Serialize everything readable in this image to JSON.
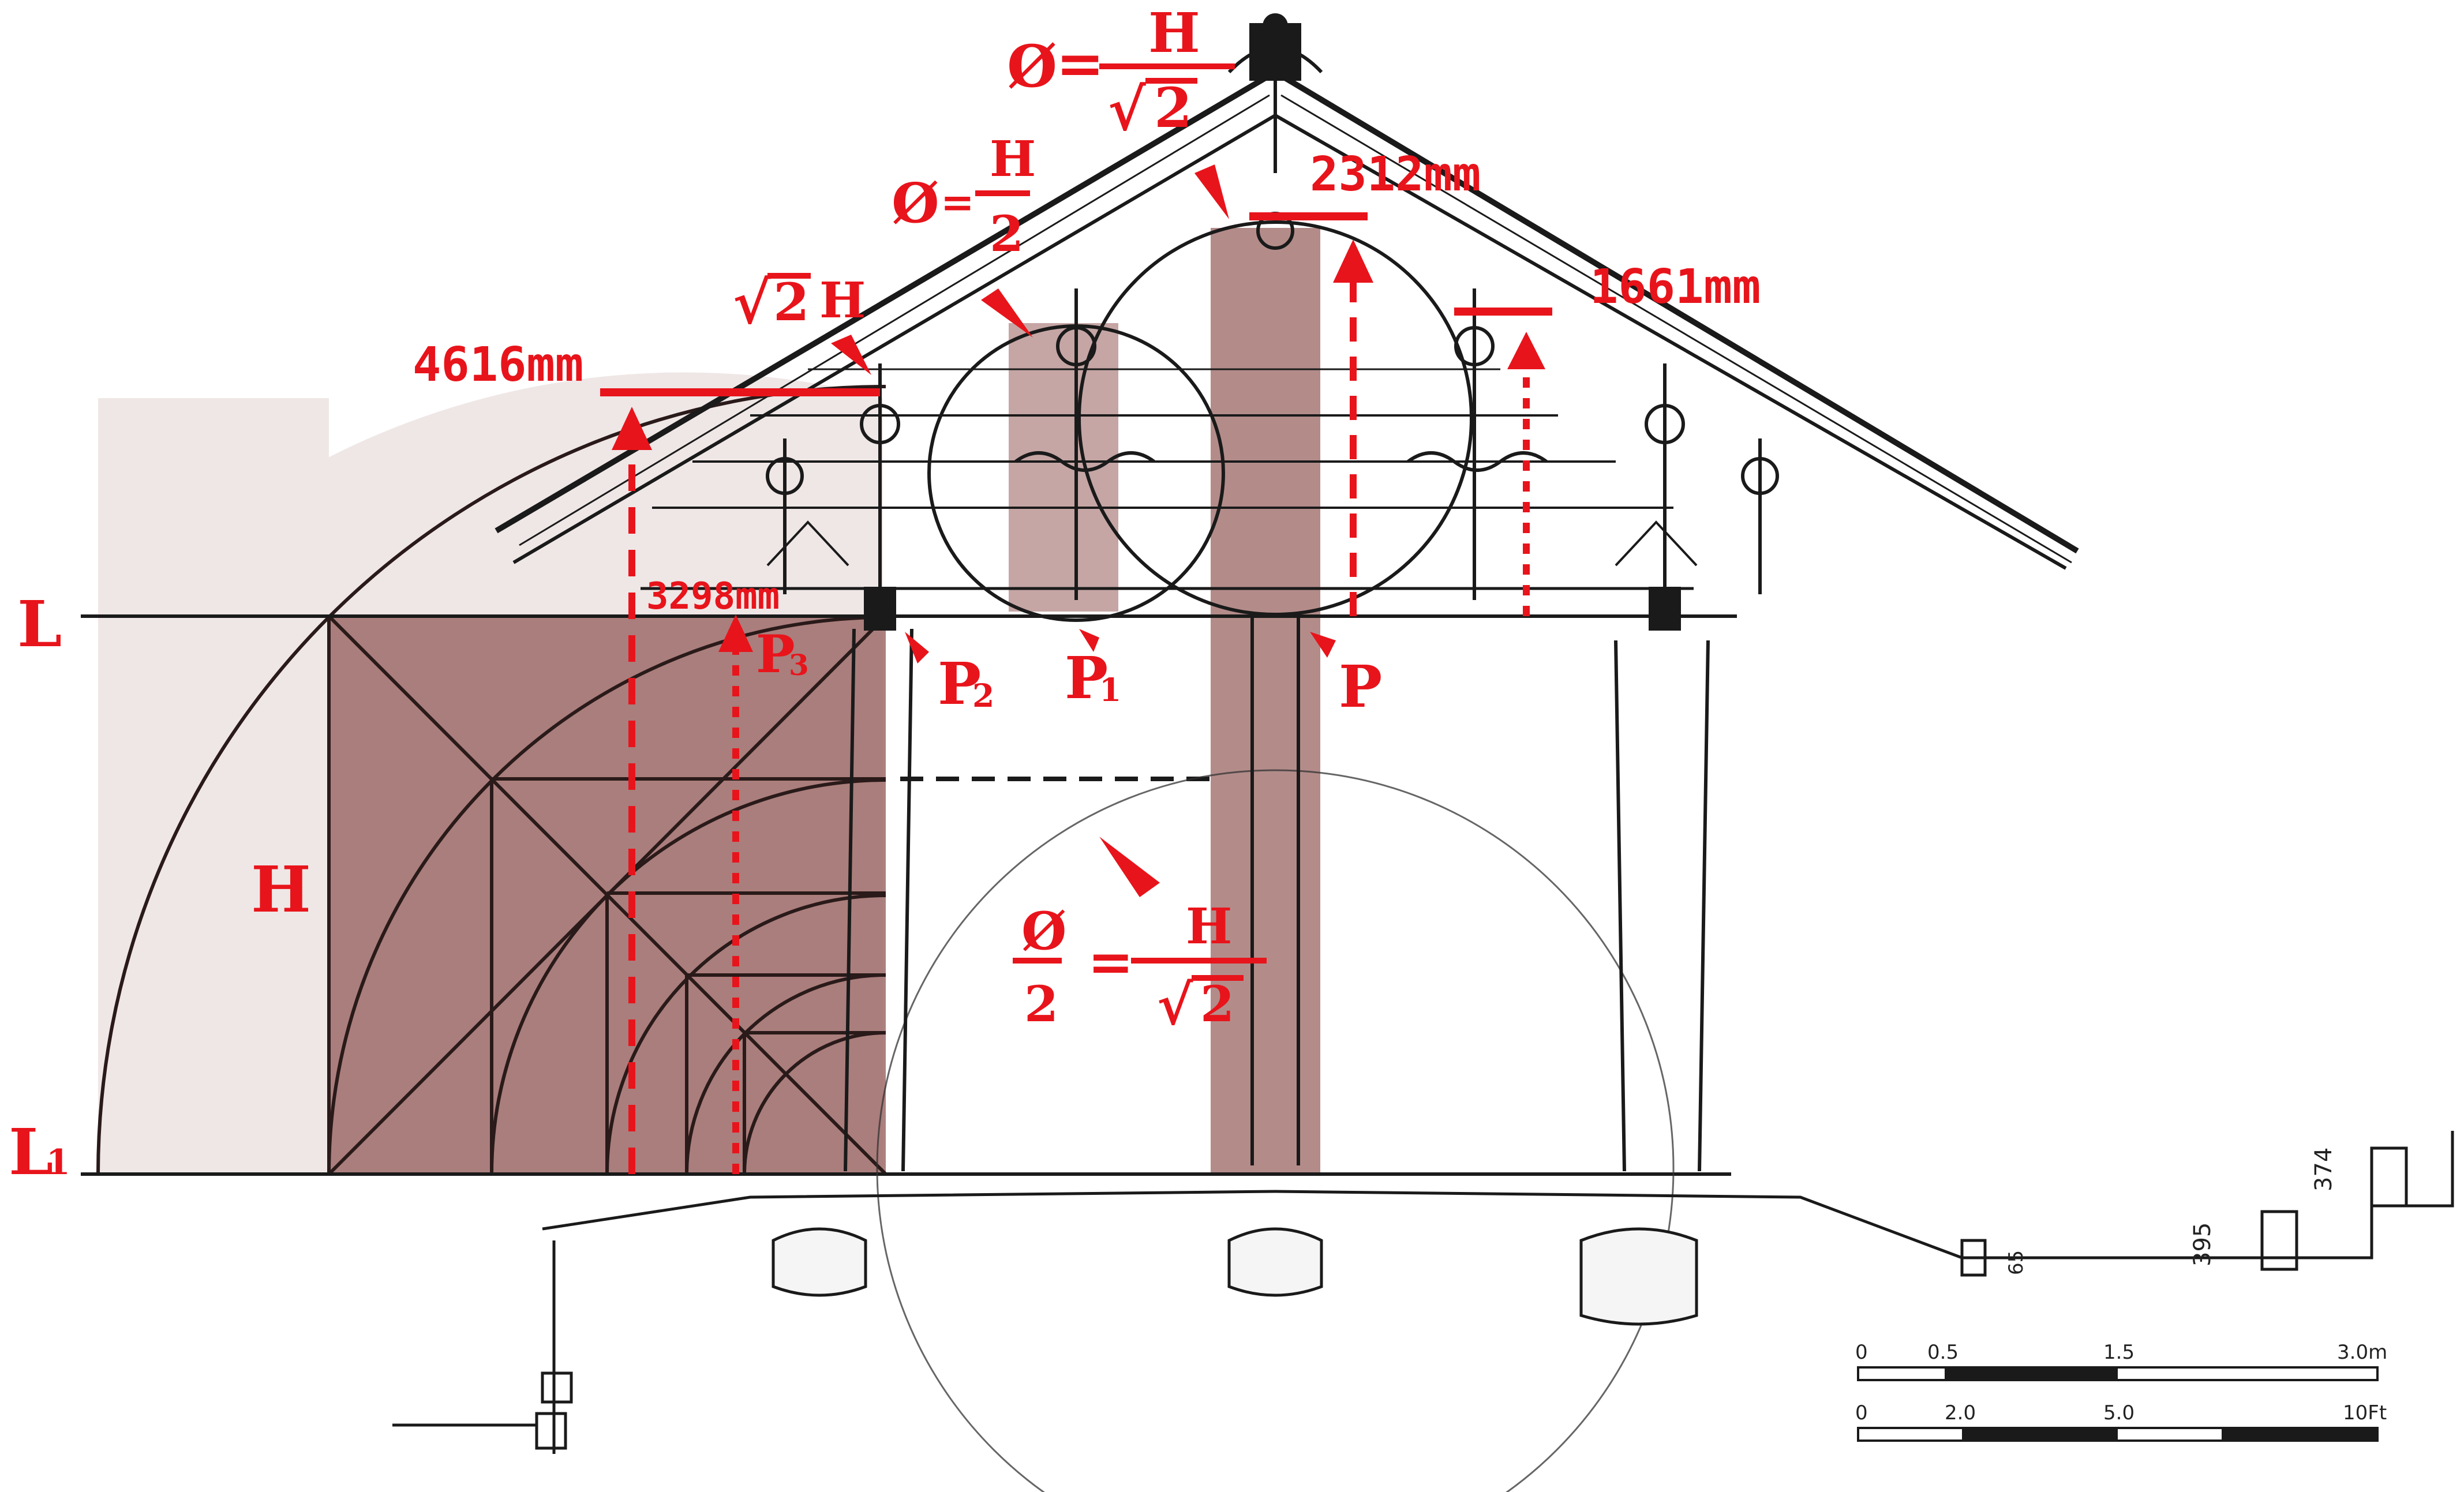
{
  "colors": {
    "accent_red": "#e8141b",
    "mauve_fill": "#9e6b69",
    "light_mauve": "#efe7e6",
    "drawing_ink": "#1a1a1a"
  },
  "level_labels": {
    "top": "L",
    "bottom_main": "L",
    "bottom_sub": "1"
  },
  "height_label": "H",
  "dimensions": {
    "d1": "4616mm",
    "d2": "3298mm",
    "d3": "2312mm",
    "d4": "1661mm"
  },
  "formula_root2H": {
    "sqrt": "√",
    "two": "2",
    "h": "H"
  },
  "formula_top": {
    "lhs": "Ø",
    "eq": "=",
    "num": "H",
    "den_sqrt": "√",
    "den_two": "2"
  },
  "formula_left": {
    "lhs": "Ø",
    "eq": "=",
    "num": "H",
    "den": "2"
  },
  "formula_bottom": {
    "lhs_num": "Ø",
    "lhs_den": "2",
    "eq": "=",
    "num": "H",
    "den_sqrt": "√",
    "den_two": "2"
  },
  "points": {
    "p": "P",
    "p1_main": "P",
    "p1_sub": "1",
    "p2_main": "P",
    "p2_sub": "2",
    "p3_main": "P",
    "p3_sub": "3"
  },
  "side_dims": {
    "a": "374",
    "b": "395",
    "c": "65"
  },
  "scale_bar": {
    "row1": [
      "0",
      "0.5",
      "1.5",
      "3.0m"
    ],
    "row2": [
      "0",
      "2.0",
      "5.0",
      "10Ft"
    ]
  }
}
